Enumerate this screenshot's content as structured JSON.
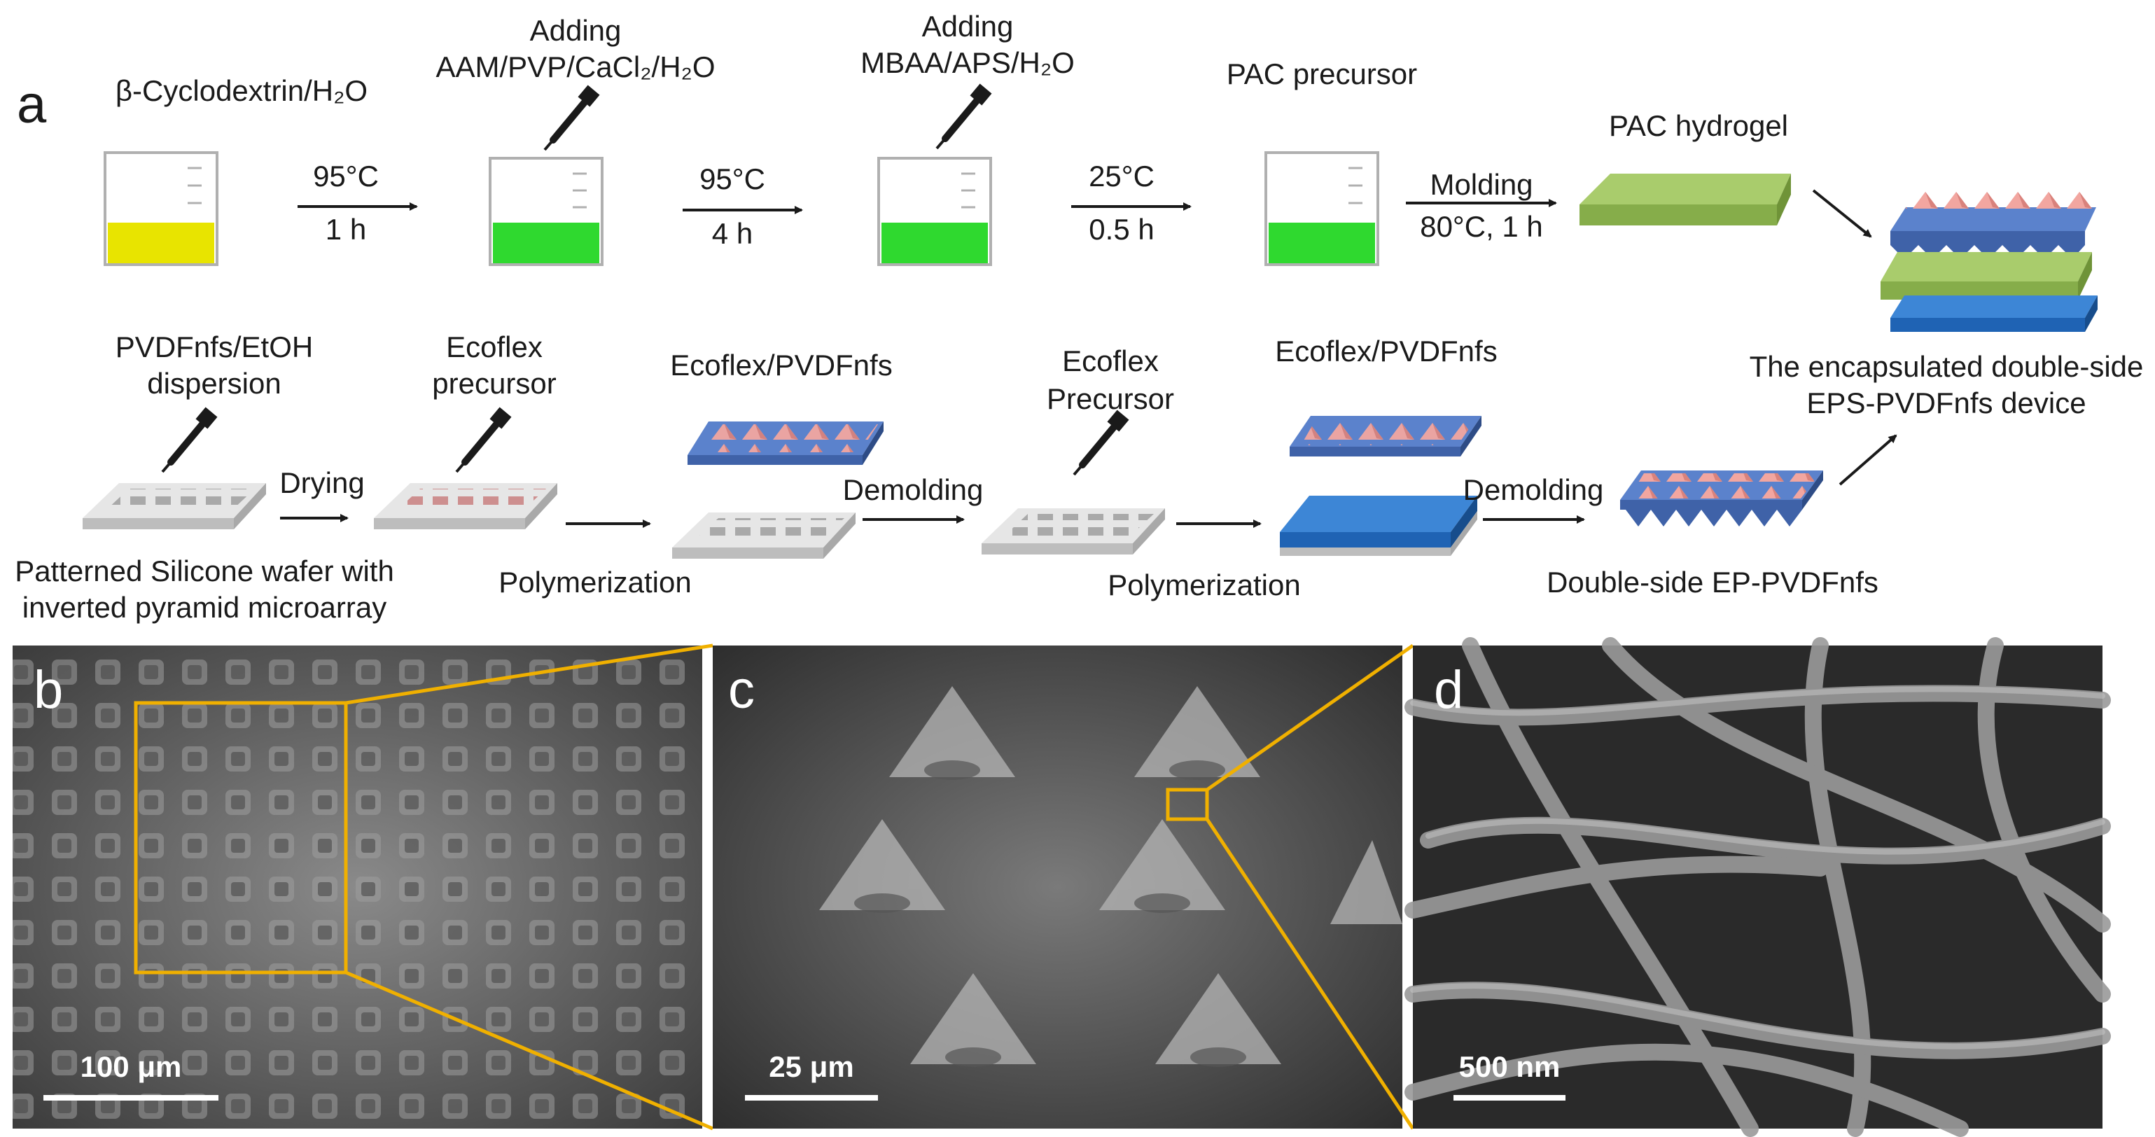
{
  "panel_letters": {
    "a": "a",
    "b": "b",
    "c": "c",
    "d": "d"
  },
  "top_row": {
    "step1_label": "β-Cyclodextrin/H₂O",
    "step2_label_line1": "Adding",
    "step2_label_line2": "AAM/PVP/CaCl₂/H₂O",
    "step3_label_line1": "Adding",
    "step3_label_line2": "MBAA/APS/H₂O",
    "step4_label": "PAC precursor",
    "arrow1_top": "95°C",
    "arrow1_bottom": "1 h",
    "arrow2_top": "95°C",
    "arrow2_bottom": "4 h",
    "arrow3_top": "25°C",
    "arrow3_bottom": "0.5 h",
    "arrow4_top": "Molding",
    "arrow4_bottom": "80°C, 1 h",
    "hydrogel_label": "PAC hydrogel"
  },
  "bottom_row": {
    "step1_label_line1": "PVDFnfs/EtOH",
    "step1_label_line2": "dispersion",
    "wafer_caption_line1": "Patterned Silicone wafer with",
    "wafer_caption_line2": "inverted pyramid microarray",
    "arrow_drying": "Drying",
    "step2_label_line1": "Ecoflex",
    "step2_label_line2": "precursor",
    "polymerization_1": "Polymerization",
    "step3_label": "Ecoflex/PVDFnfs",
    "arrow_demolding_1": "Demolding",
    "step4_label_line1": "Ecoflex",
    "step4_label_line2": "Precursor",
    "polymerization_2": "Polymerization",
    "step5_label": "Ecoflex/PVDFnfs",
    "arrow_demolding_2": "Demolding",
    "double_side_label": "Double-side EP-PVDFnfs"
  },
  "device_label_line1": "The encapsulated double-side",
  "device_label_line2": "EPS-PVDFnfs device",
  "scale_bars": {
    "b": "100 μm",
    "c": "25 μm",
    "d": "500 nm"
  },
  "colors": {
    "beaker_yellow": "#e8e400",
    "beaker_green": "#2fd92f",
    "hydrogel_green": "#9bc35f",
    "ecoflex_blue": "#4f74c4",
    "pyramid_pink": "#f2a6a0",
    "wafer_grey": "#d9d9d9",
    "callout_orange": "#f0b000"
  }
}
